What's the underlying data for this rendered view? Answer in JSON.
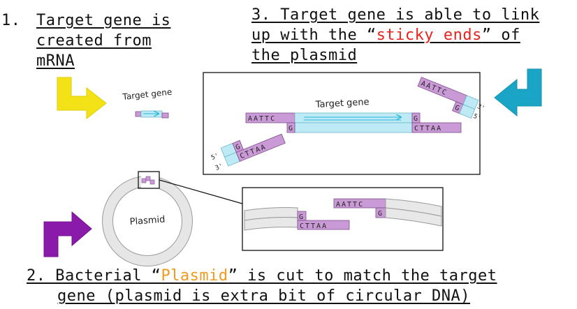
{
  "step1": {
    "number": "1.",
    "line1": "Target gene is",
    "line2": "created from",
    "line3": "mRNA"
  },
  "step3": {
    "line1": "3. Target gene is able to link",
    "line2_pre": "up with the “",
    "line2_highlight": "sticky ends",
    "line2_post": "” of",
    "line3": "the plasmid"
  },
  "step2": {
    "line1_pre": "2. Bacterial “",
    "line1_highlight": "Plasmid",
    "line1_post": "” is cut to match the target",
    "line2": "gene (plasmid is extra bit of circular DNA)"
  },
  "diagram": {
    "small_gene_label": "Target gene",
    "box_gene_label": "Target gene",
    "left_top_seq": "AATTC",
    "left_g": "G",
    "left_low_seq": "CTTAA",
    "left_low_g": "G",
    "left_5": "5'",
    "left_3": "3'",
    "right_g": "G",
    "right_seq": "CTTAA",
    "right_up_seq": "AATTC",
    "right_up_g": "G",
    "right_3": "3'",
    "right_5": "5'",
    "plasmid_label": "Plasmid",
    "zoom_top_seq": "AATTC",
    "zoom_top_g": "G",
    "zoom_low_g": "G",
    "zoom_low_seq": "CTTAA"
  },
  "colors": {
    "yellow_arrow": "#f2e216",
    "teal_arrow": "#1aa5c7",
    "purple_arrow": "#8a1aa9",
    "sticky_purple": "#c99ad6",
    "gene_cyan": "#bdeaf5",
    "highlight_red": "#e8241c",
    "highlight_orange": "#f39a1e"
  }
}
